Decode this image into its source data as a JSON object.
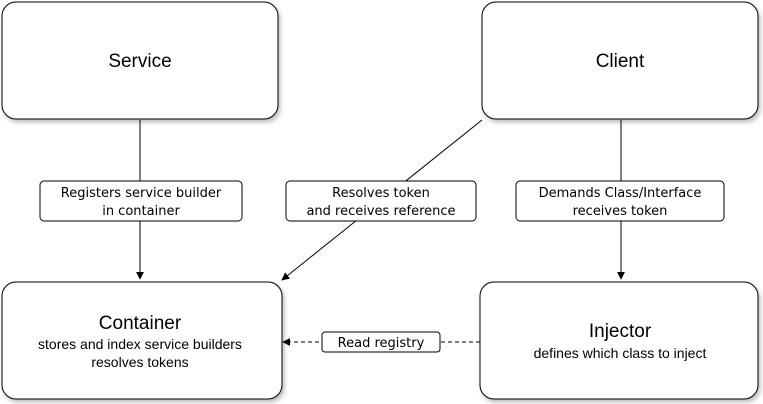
{
  "nodes": {
    "service": {
      "title": "Service"
    },
    "client": {
      "title": "Client"
    },
    "container": {
      "title": "Container",
      "line1": "stores and index service builders",
      "line2": "resolves tokens"
    },
    "injector": {
      "title": "Injector",
      "line1": "defines which class to inject"
    }
  },
  "edges": {
    "registers": {
      "line1": "Registers service builder",
      "line2": "in container"
    },
    "resolves": {
      "line1": "Resolves token",
      "line2": "and receives reference"
    },
    "demands": {
      "line1": "Demands Class/Interface",
      "line2": "receives token"
    },
    "read_registry": {
      "line1": "Read registry"
    }
  }
}
